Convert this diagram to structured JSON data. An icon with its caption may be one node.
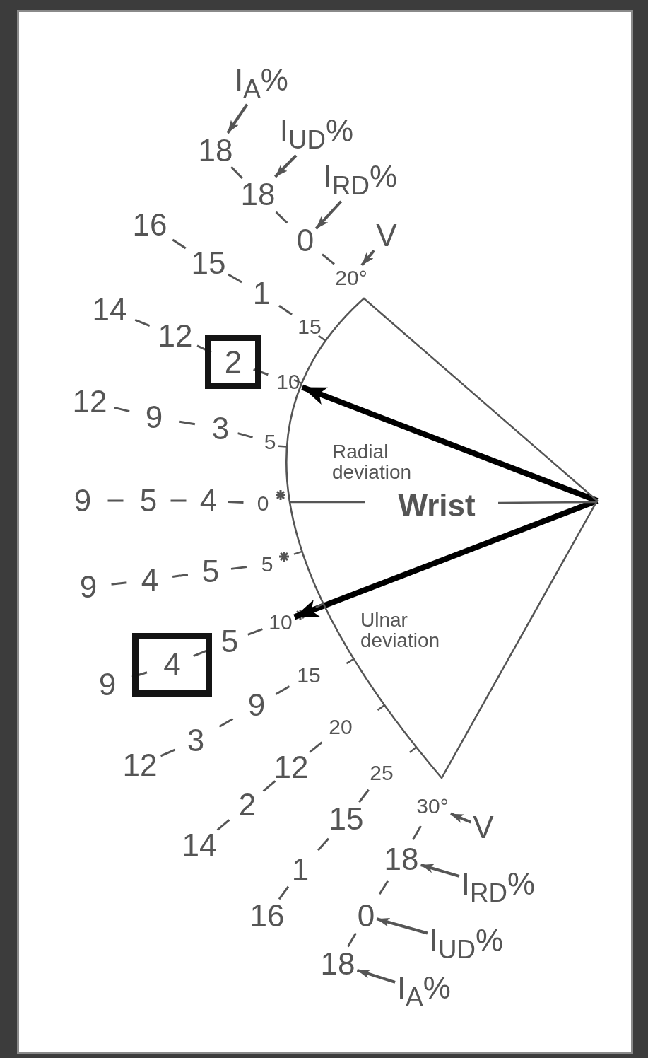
{
  "diagram": {
    "nodes": [
      {
        "text": [
          "Radial deviation",
          "Wrist",
          "Ulnar deviation"
        ]
      },
      {
        "text": [
          "10"
        ]
      },
      {
        "text": [
          "10"
        ]
      },
      {
        "text": [
          "I$_{A}$%"
        ]
      },
      {
        "text": [
          "18"
        ]
      },
      {
        "text": [
          "I$_{UD}$%"
        ]
      },
      {
        "text": [
          "18"
        ]
      },
      {
        "text": [
          "I$_{RD}$%"
        ]
      },
      {
        "text": [
          "0"
        ]
      },
      {
        "text": [
          "V"
        ]
      },
      {
        "text": [
          "20°"
        ]
      },
      {
        "text": [
          "2"
        ]
      },
      {
        "text": [
          "4"
        ]
      },
      {
        "text": [
          "30°"
        ]
      },
      {
        "text": [
          "V"
        ]
      },
      {
        "text": [
          "18"
        ]
      },
      {
        "text": [
          "I$_{RD}$%"
        ]
      },
      {
        "text": [
          "0"
        ]
      },
      {
        "text": [
          "I$_{UD}$%"
        ]
      },
      {
        "text": [
          "18"
        ]
      },
      {
        "text": [
          "I$_{A}$%"
        ]
      }
    ],
    "edges": [
      {
        "from": 0,
        "to": 1,
        "arrow": "to",
        "style": "thick",
        "color": "#000000"
      },
      {
        "from": 0,
        "to": 2,
        "arrow": "to",
        "style": "thick",
        "color": "#000000"
      },
      {
        "from": 3,
        "to": 4,
        "arrow": "to"
      },
      {
        "from": 5,
        "to": 6,
        "arrow": "to"
      },
      {
        "from": 7,
        "to": 8,
        "arrow": "to"
      },
      {
        "from": 9,
        "to": 10,
        "arrow": "to"
      },
      {
        "from": 14,
        "to": 13,
        "arrow": "to"
      },
      {
        "from": 16,
        "to": 15,
        "arrow": "to"
      },
      {
        "from": 18,
        "to": 17,
        "arrow": "to"
      },
      {
        "from": 20,
        "to": 19,
        "arrow": "to"
      }
    ],
    "labels": [
      "16",
      "15",
      "1",
      "15",
      "14",
      "12",
      "12",
      "9",
      "3",
      "5",
      "9",
      "5",
      "4",
      "0",
      "9",
      "4",
      "5",
      "5",
      "9",
      "5",
      "12",
      "3",
      "9",
      "15",
      "14",
      "2",
      "12",
      "20",
      "16",
      "1",
      "15",
      "25"
    ]
  }
}
